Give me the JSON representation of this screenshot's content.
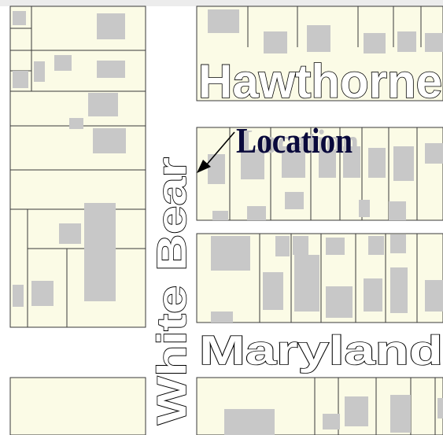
{
  "map": {
    "street_labels": {
      "hawthorne": "Hawthorne",
      "maryland": "Maryland",
      "white_bear": "White Bear"
    },
    "callout": {
      "label": "Location",
      "ghost_label": "Location",
      "text_color": "#0a0a3c"
    },
    "colors": {
      "parcel_fill": "#fbfbe6",
      "parcel_stroke": "#3a3a3a",
      "building_fill": "#c8c8c8",
      "road_fill": "#ffffff",
      "background": "#ececec"
    }
  }
}
